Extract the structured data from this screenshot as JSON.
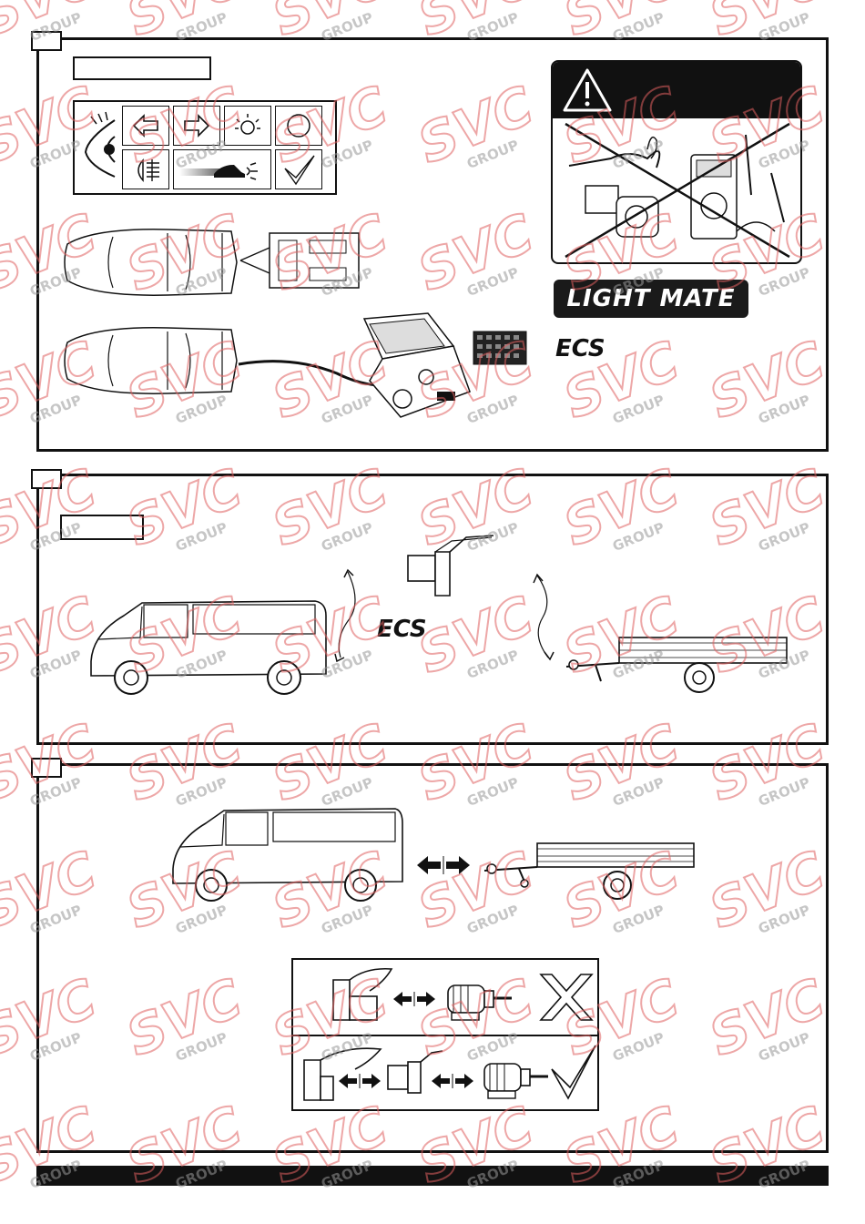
{
  "brand": {
    "lightmate_logo": "LIGHT MATE",
    "ecs_logo": "ECS"
  },
  "watermark": {
    "text": "SVC",
    "subtext": "GROUP",
    "color": "#e06060"
  },
  "panels": [
    {
      "id": "panel-1",
      "icons": [
        "eye-icon",
        "arrow-left-icon",
        "arrow-right-icon",
        "brake-light-icon",
        "circle-icon",
        "fog-light-icon",
        "car-light-icon",
        "check-icon"
      ]
    },
    {
      "id": "panel-2"
    },
    {
      "id": "panel-3"
    }
  ],
  "colors": {
    "ink": "#111111",
    "paper": "#ffffff",
    "watermark": "#e06060"
  }
}
